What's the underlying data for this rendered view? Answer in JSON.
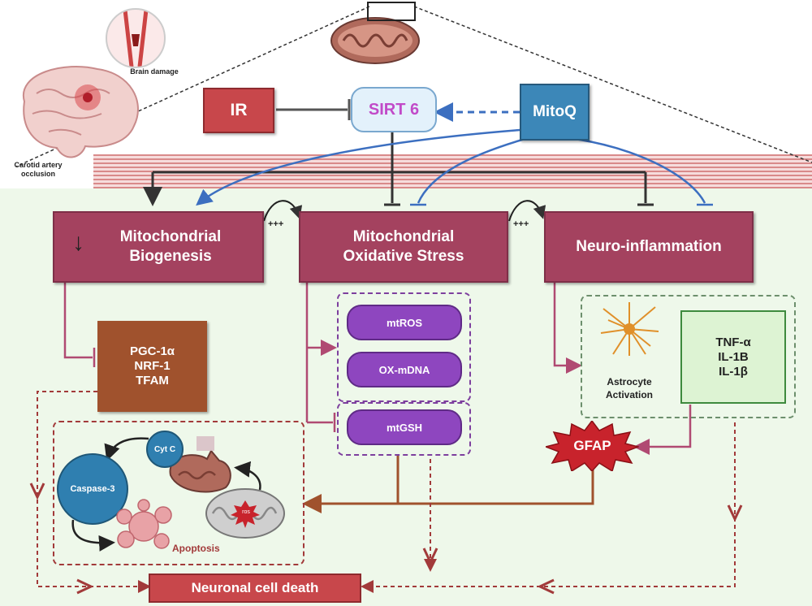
{
  "brain_inset": {
    "damage_label": "Brain damage",
    "occlusion_label": "Carotid artery occlusion"
  },
  "top": {
    "ir_label": "IR",
    "sirt6_label": "SIRT 6",
    "mitoq_label": "MitoQ",
    "plus_left": "+++",
    "plus_right": "+++"
  },
  "pathways": {
    "biogenesis": "Mitochondrial Biogenesis",
    "oxidative": "Mitochondrial Oxidative Stress",
    "inflammation": "Neuro-inflammation"
  },
  "biogenesis_markers": [
    "PGC-1α",
    "NRF-1",
    "TFAM"
  ],
  "oxidative_markers": {
    "mtros": "mtROS",
    "oxmdna": "OX-mDNA",
    "mtgsh": "mtGSH"
  },
  "inflammation": {
    "astrocyte_label": "Astrocyte Activation",
    "cytokines": [
      "TNF-α",
      "IL-1B",
      "IL-1β"
    ],
    "gfap": "GFAP"
  },
  "apoptosis": {
    "cytc": "Cyt C",
    "caspase": "Caspase-3",
    "ros": "ros",
    "apoptosis_label": "Apoptosis"
  },
  "outcome": {
    "neuronal_death": "Neuronal cell death"
  },
  "colors": {
    "maroon": "#a4425f",
    "purple": "#8e46bf",
    "brown": "#a0522d",
    "blue": "#3c87b8",
    "green_bg": "#eef8ea"
  }
}
